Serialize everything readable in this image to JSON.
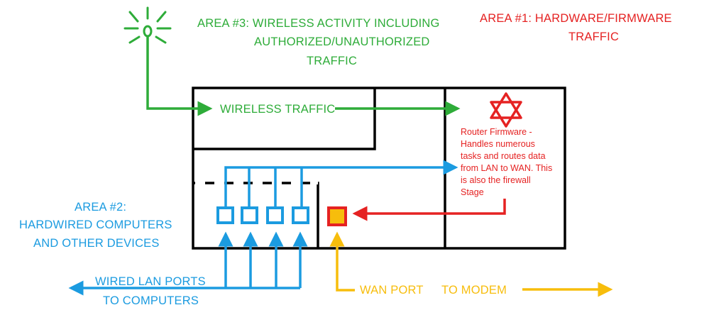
{
  "area3": {
    "line1": "AREA #3:  WIRELESS ACTIVITY INCLUDING",
    "line2": "AUTHORIZED/UNAUTHORIZED",
    "line3": "TRAFFIC"
  },
  "area1": {
    "line1": "AREA #1:  HARDWARE/FIRMWARE",
    "line2": "TRAFFIC"
  },
  "wireless_traffic": "WIRELESS TRAFFIC",
  "firmware": {
    "lines": [
      "Router Firmware -",
      "Handles numerous",
      "tasks and routes data",
      "from LAN to WAN.  This",
      "is also the firewall",
      "Stage"
    ]
  },
  "area2": {
    "line1": "AREA #2:",
    "line2": "HARDWIRED COMPUTERS",
    "line3": "AND OTHER DEVICES"
  },
  "wired_lan": {
    "line1": "WIRED LAN PORTS",
    "line2": "TO COMPUTERS"
  },
  "wan": {
    "port": "WAN PORT",
    "modem": "TO MODEM"
  },
  "colors": {
    "green": "#2eac39",
    "red": "#e52222",
    "blue": "#1b9be0",
    "yellow": "#f7bd0c",
    "black": "#000000"
  },
  "icons": [
    "antenna-icon",
    "star-of-david-icon",
    "lan-port-icon",
    "wan-port-icon",
    "arrow-icon"
  ]
}
